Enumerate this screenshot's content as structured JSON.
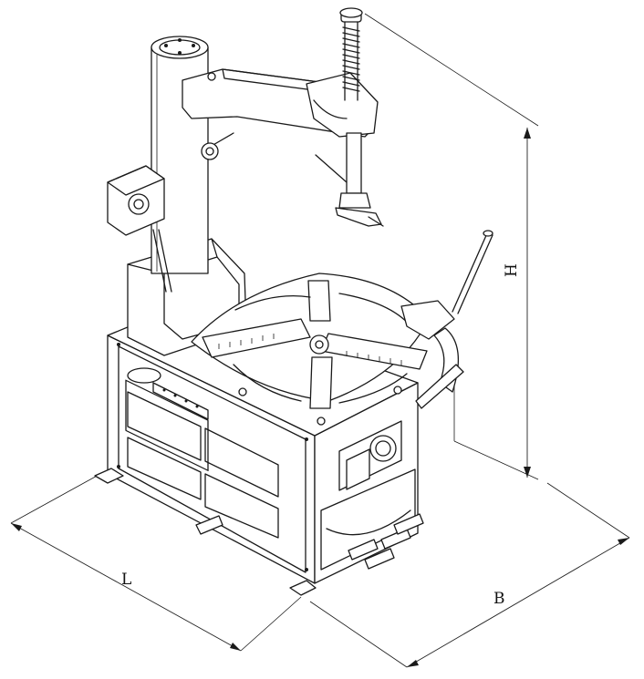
{
  "dimensions": {
    "length_label": "L",
    "width_label": "B",
    "height_label": "H"
  },
  "colors": {
    "line": "#1a1a1a",
    "background": "#ffffff"
  }
}
